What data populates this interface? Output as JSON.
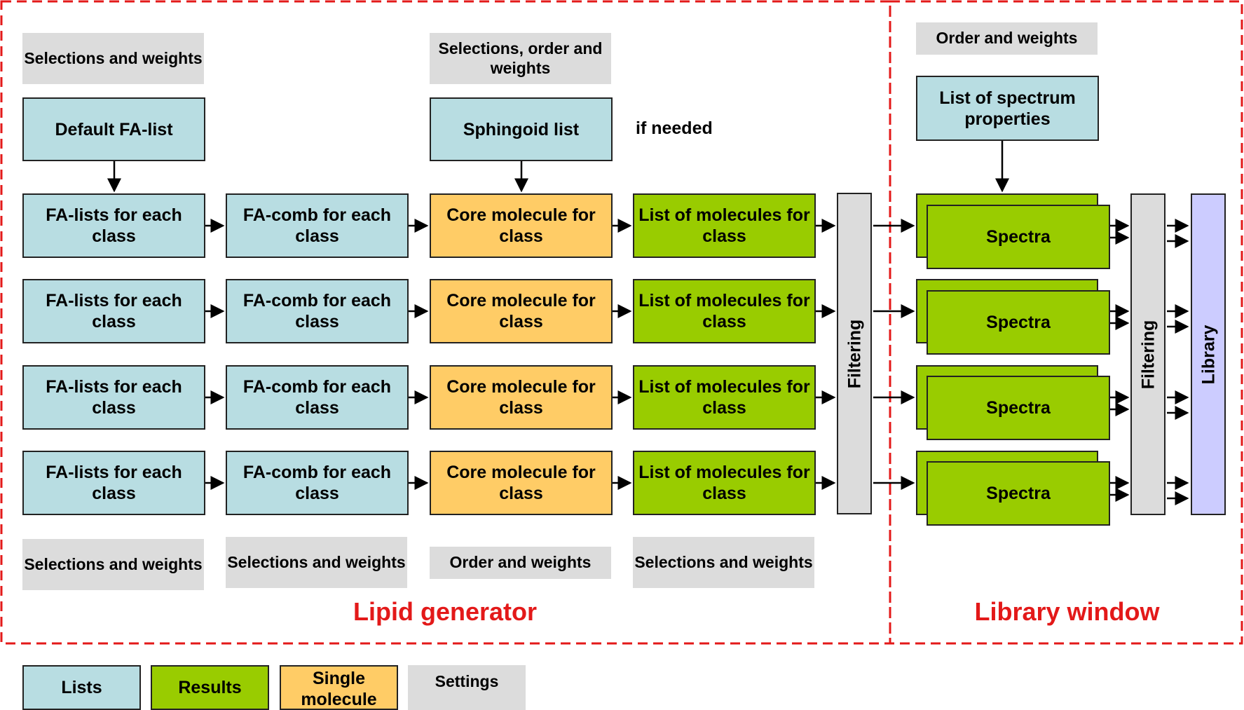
{
  "regions": {
    "lipid_generator": "Lipid generator",
    "library_window": "Library window"
  },
  "top": {
    "settings_left": "Selections and weights",
    "default_fa_list": "Default FA-list",
    "settings_mid": "Selections, order and weights",
    "sphingoid_list": "Sphingoid list",
    "if_needed": "if needed",
    "settings_right": "Order and weights",
    "spectrum_properties": "List of spectrum properties"
  },
  "rows": {
    "fa_lists": "FA-lists for each class",
    "fa_comb": "FA-comb for each class",
    "core_molecule": "Core molecule for class",
    "list_molecules": "List of molecules for class",
    "spectra": "Spectra"
  },
  "columns": {
    "filtering": "Filtering",
    "library": "Library"
  },
  "bottom": {
    "col1": "Selections and weights",
    "col2": "Selections and weights",
    "col3": "Order and weights",
    "col4": "Selections and weights"
  },
  "legend": {
    "lists": "Lists",
    "results": "Results",
    "single": "Single molecule",
    "settings": "Settings"
  },
  "colors": {
    "lists": "#b8dde2",
    "results": "#99cc00",
    "single": "#ffcc66",
    "settings": "#dcdcdc",
    "library": "#ccccff",
    "region_border": "#e31919"
  }
}
